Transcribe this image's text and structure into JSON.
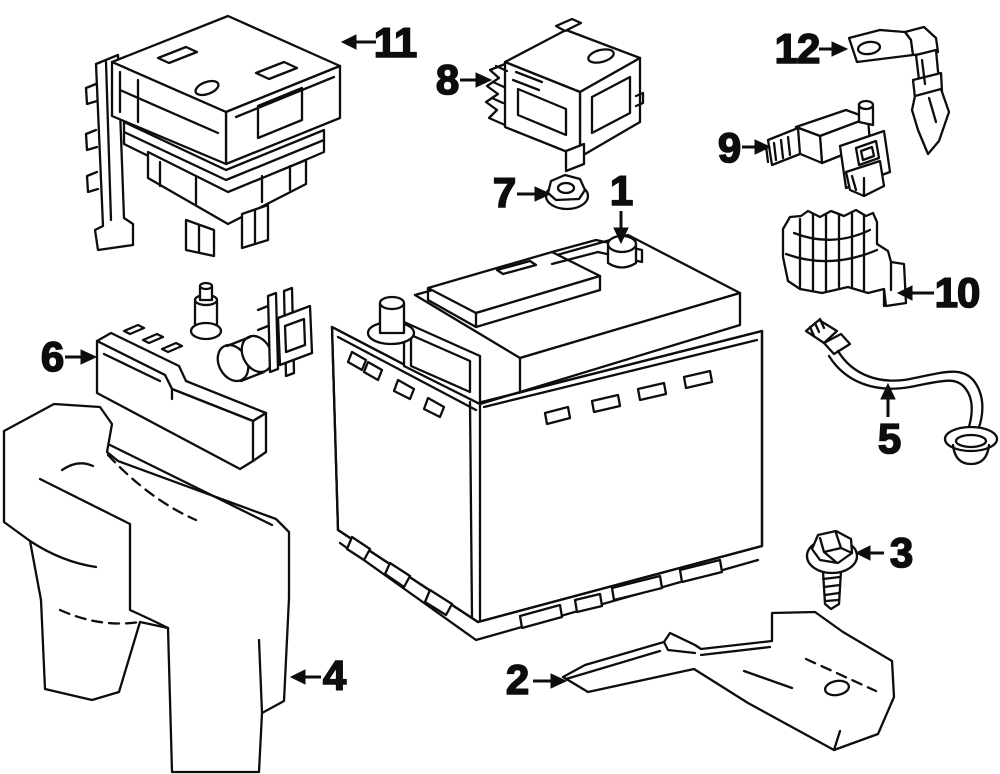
{
  "diagram": {
    "kind": "exploded-parts-line-drawing",
    "subject": "battery-and-related-components",
    "background_color": "#ffffff",
    "line_color": "#0d0d0d"
  },
  "callouts": [
    {
      "number": "1",
      "target": "battery",
      "arrow_direction": "down"
    },
    {
      "number": "2",
      "target": "battery-tray",
      "arrow_direction": "right"
    },
    {
      "number": "3",
      "target": "flange-bolt",
      "arrow_direction": "left"
    },
    {
      "number": "4",
      "target": "insulator-cover",
      "arrow_direction": "left"
    },
    {
      "number": "5",
      "target": "vent-hose",
      "arrow_direction": "up"
    },
    {
      "number": "6",
      "target": "fusible-link-block",
      "arrow_direction": "right"
    },
    {
      "number": "7",
      "target": "terminal-nut",
      "arrow_direction": "right"
    },
    {
      "number": "8",
      "target": "mounting-bracket",
      "arrow_direction": "right"
    },
    {
      "number": "9",
      "target": "battery-sensor",
      "arrow_direction": "right"
    },
    {
      "number": "10",
      "target": "terminal-cover",
      "arrow_direction": "left"
    },
    {
      "number": "11",
      "target": "junction-block-assembly",
      "arrow_direction": "left"
    },
    {
      "number": "12",
      "target": "terminal-strap",
      "arrow_direction": "right"
    }
  ]
}
